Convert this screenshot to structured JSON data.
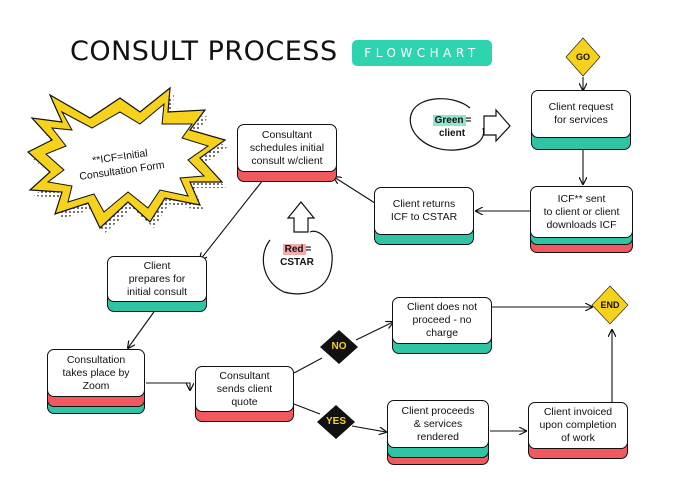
{
  "title": "CONSULT PROCESS",
  "tag": "FLOWCHART",
  "start_label": "GO",
  "end_label": "END",
  "decision_no": "NO",
  "decision_yes": "YES",
  "legend": {
    "green_word": "Green",
    "green_rest": "=",
    "green_meaning": "client",
    "red_word": "Red",
    "red_rest": "=",
    "red_meaning": "CSTAR"
  },
  "note": "**ICF=Initial\nConsultation Form",
  "nodes": {
    "client_request": "Client request\nfor services",
    "icf_sent": "ICF** sent\nto client or client\ndownloads ICF",
    "client_returns": "Client returns\nICF to CSTAR",
    "schedules": "Consultant\nschedules initial\nconsult w/client",
    "prepares": "Client\nprepares for\ninitial consult",
    "zoom": "Consultation\ntakes place by\nZoom",
    "quote": "Consultant\nsends client\nquote",
    "not_proceed": "Client does not\nproceed - no\ncharge",
    "proceeds": "Client proceeds\n& services\nrendered",
    "invoiced": "Client invoiced\nupon completion\nof work"
  },
  "colors": {
    "client": "#2ec4a4",
    "cstar": "#f2585f",
    "accent": "#2ed3b0",
    "yellow": "#f7d21c"
  }
}
